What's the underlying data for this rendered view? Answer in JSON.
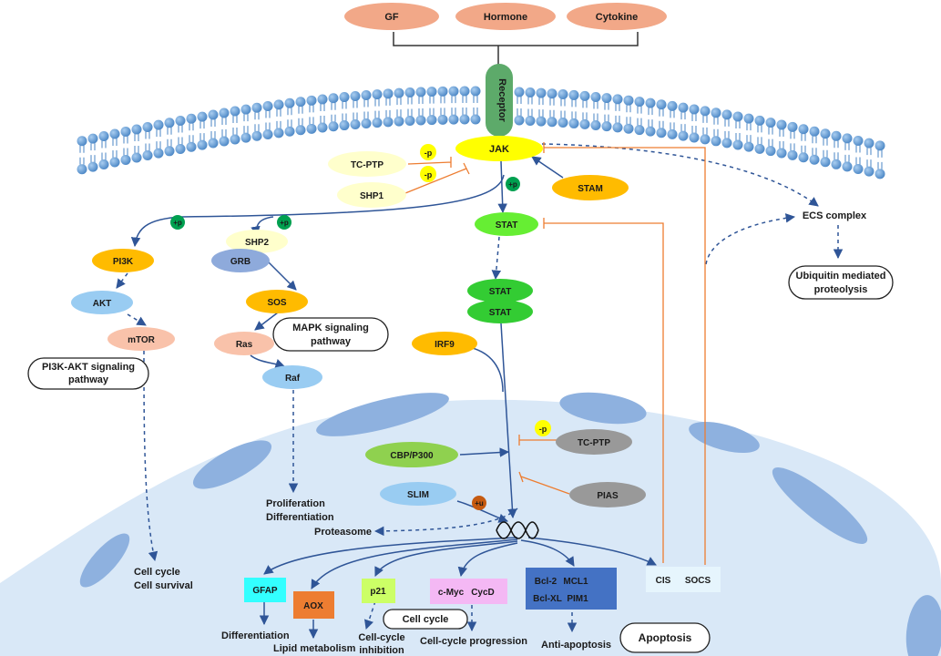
{
  "ligands": {
    "gf": "GF",
    "hormone": "Hormone",
    "cytokine": "Cytokine"
  },
  "membrane": {
    "receptor": "Receptor"
  },
  "proteins": {
    "jak": "JAK",
    "tc_ptp_top": "TC-PTP",
    "shp1": "SHP1",
    "stam": "STAM",
    "stat_single": "STAT",
    "stat_dimer_top": "STAT",
    "stat_dimer_bottom": "STAT",
    "irf9": "IRF9",
    "pi3k": "PI3K",
    "akt": "AKT",
    "mtor": "mTOR",
    "shp2": "SHP2",
    "grb": "GRB",
    "sos": "SOS",
    "ras": "Ras",
    "raf": "Raf",
    "cbp_p300": "CBP/P300",
    "tc_ptp_nuc": "TC-PTP",
    "pias": "PIAS",
    "slim": "SLIM"
  },
  "modifications": {
    "minus_p_1": "-p",
    "minus_p_2": "-p",
    "minus_p_3": "-p",
    "plus_p_jak": "+p",
    "plus_p_pi3k": "+p",
    "plus_p_shp2": "+p",
    "plus_u": "+u"
  },
  "boxes": {
    "ecs_complex": "ECS complex",
    "ubiquitin_line1": "Ubiquitin mediated",
    "ubiquitin_line2": "proteolysis",
    "mapk_line1": "MAPK signaling",
    "mapk_line2": "pathway",
    "pi3k_akt_line1": "PI3K-AKT signaling",
    "pi3k_akt_line2": "pathway",
    "cell_cycle": "Cell cycle",
    "apoptosis": "Apoptosis"
  },
  "targets": {
    "gfap": "GFAP",
    "aox": "AOX",
    "p21": "p21",
    "cmyc": "c-Myc",
    "cycd": "CycD",
    "bcl2": "Bcl-2",
    "mcl1": "MCL1",
    "bclxl": "Bcl-XL",
    "pim1": "PIM1",
    "cis": "CIS",
    "socs": "SOCS"
  },
  "outcomes": {
    "proliferation": "Proliferation",
    "differentiation_mapk": "Differentiation",
    "proteasome": "Proteasome",
    "cell_cycle_line1": "Cell cycle",
    "cell_survival": "Cell survival",
    "differentiation": "Differentiation",
    "lipid_metabolism": "Lipid metabolism",
    "cc_inhibition_line1": "Cell-cycle",
    "cc_inhibition_line2": "inhibition",
    "cc_progression": "Cell-cycle progression",
    "anti_apoptosis": "Anti-apoptosis"
  },
  "colors": {
    "ligand": "#f2a888",
    "receptor": "#5daa6a",
    "jak": "#ffff00",
    "stat": "#66ee33",
    "orange_protein": "#ffbb00",
    "light_blue": "#99ccf2",
    "salmon": "#f9c2aa",
    "grey": "#999999",
    "pale_yellow": "#ffffcc",
    "lipid_head": "#5b9bd5",
    "nucleus": "#d9e8f7",
    "arrow": "#2f5597",
    "inhibit": "#ed7d31",
    "green_marker": "#00a050",
    "ubiquitin": "#c55a11"
  }
}
